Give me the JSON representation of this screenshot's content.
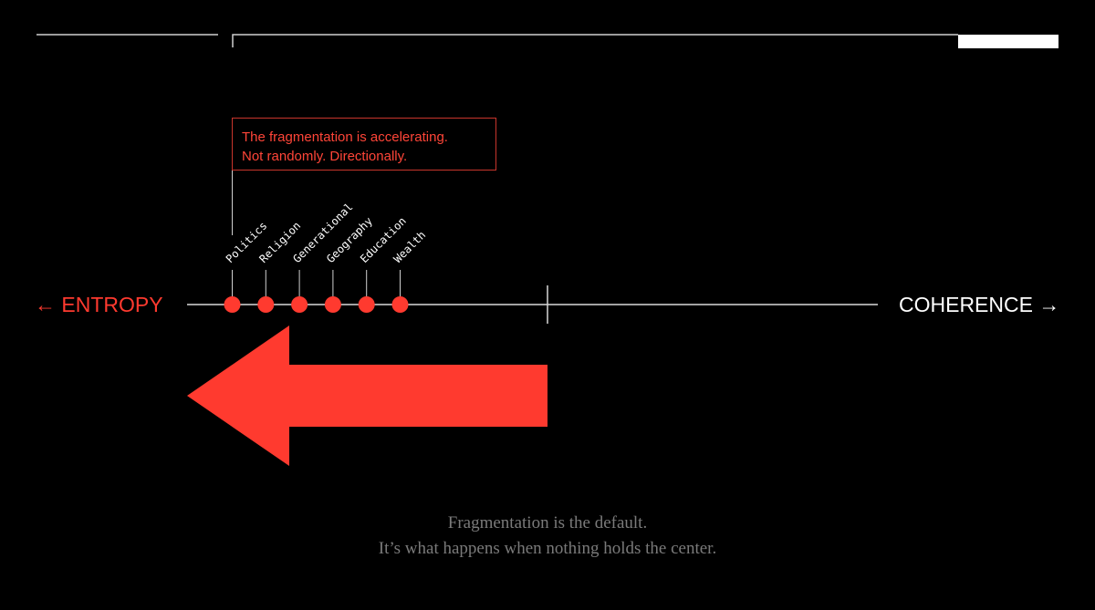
{
  "callout": {
    "line1": "The fragmentation is accelerating.",
    "line2": "Not randomly. Directionally."
  },
  "axis": {
    "left_label": "← ENTROPY",
    "right_label": "COHERENCE →"
  },
  "categories": [
    "Politics",
    "Religion",
    "Generational",
    "Geography",
    "Education",
    "Wealth"
  ],
  "caption": {
    "line1": "Fragmentation is the default.",
    "line2": "It’s what happens when nothing holds the center."
  },
  "colors": {
    "accent": "#ff3a2f",
    "axis_line": "#d9d9d9",
    "caption": "#7a7a7a",
    "background": "#000000"
  }
}
